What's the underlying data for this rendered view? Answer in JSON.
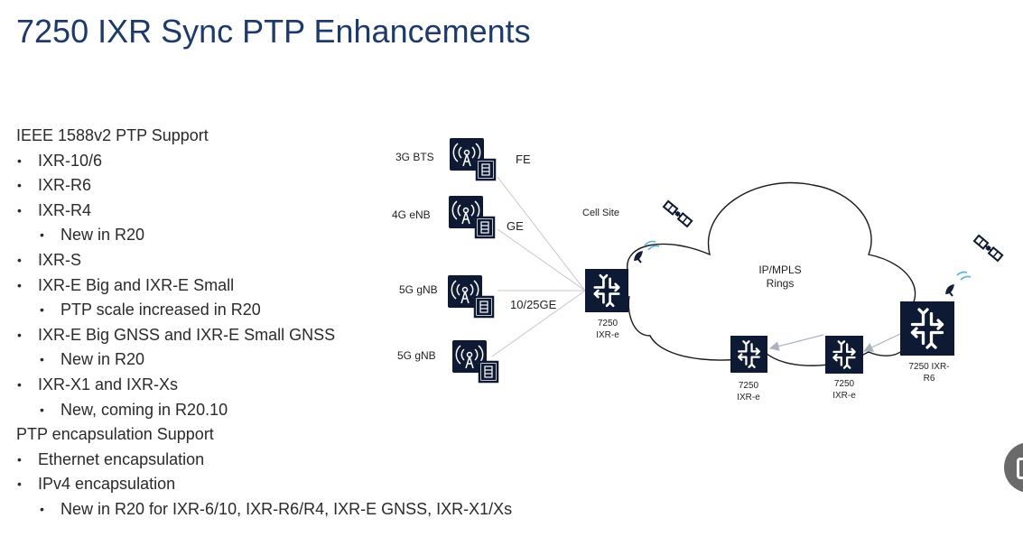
{
  "title": "7250 IXR Sync PTP Enhancements",
  "bullets": [
    {
      "level": 0,
      "text": "IEEE 1588v2 PTP Support"
    },
    {
      "level": 1,
      "text": "IXR-10/6"
    },
    {
      "level": 1,
      "text": "IXR-R6"
    },
    {
      "level": 1,
      "text": "IXR-R4"
    },
    {
      "level": 2,
      "text": "New in R20"
    },
    {
      "level": 1,
      "text": "IXR-S"
    },
    {
      "level": 1,
      "text": "IXR-E Big and IXR-E Small"
    },
    {
      "level": 2,
      "text": "PTP scale increased in R20"
    },
    {
      "level": 1,
      "text": "IXR-E Big GNSS and IXR-E Small GNSS"
    },
    {
      "level": 2,
      "text": "New in R20"
    },
    {
      "level": 1,
      "text": "IXR-X1 and IXR-Xs"
    },
    {
      "level": 2,
      "text": "New, coming in R20.10"
    },
    {
      "level": 0,
      "text": "PTP encapsulation Support"
    },
    {
      "level": 1,
      "text": "Ethernet encapsulation"
    },
    {
      "level": 1,
      "text": "IPv4 encapsulation"
    },
    {
      "level": 2,
      "text": "New in R20 for IXR-6/10, IXR-R6/R4, IXR-E GNSS, IXR-X1/Xs"
    }
  ],
  "diagram": {
    "base_stations": [
      {
        "label": "3G BTS",
        "link": "FE"
      },
      {
        "label": "4G eNB",
        "link": "GE"
      },
      {
        "label": "5G gNB",
        "link": "10/25GE"
      },
      {
        "label": "5G gNB",
        "link": ""
      }
    ],
    "cell_site_label": "Cell Site",
    "cloud_label_line1": "IP/MPLS",
    "cloud_label_line2": "Rings",
    "routers": [
      {
        "line1": "7250",
        "line2": "IXR-e"
      },
      {
        "line1": "7250",
        "line2": "IXR-e"
      },
      {
        "line1": "7250",
        "line2": "IXR-e"
      },
      {
        "line1": "7250 IXR-",
        "line2": "R6"
      }
    ]
  },
  "colors": {
    "title": "#1d3a6b",
    "node_fill": "#0e1a33",
    "satellite_signal": "#4fb3d9",
    "arrow": "#aab4c0",
    "link_line": "#c8c8c8"
  }
}
